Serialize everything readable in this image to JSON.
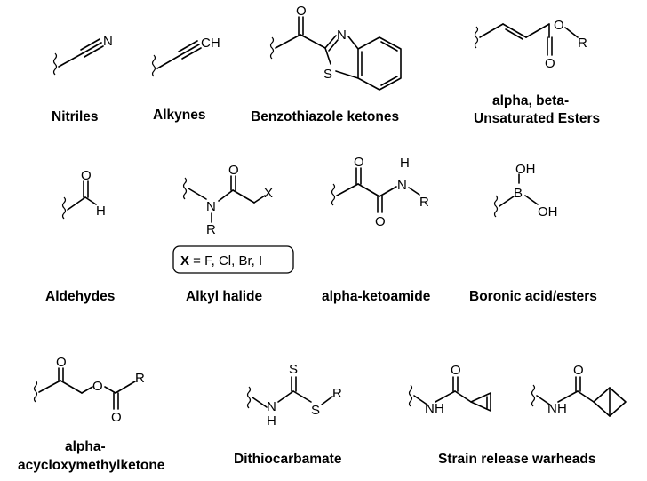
{
  "labels": {
    "nitriles": "Nitriles",
    "alkynes": "Alkynes",
    "benzothiazole": "Benzothiazole ketones",
    "unsat_line1": "alpha, beta-",
    "unsat_line2": "Unsaturated Esters",
    "aldehydes": "Aldehydes",
    "alkyl_halide": "Alkyl halide",
    "ketoamide": "alpha-ketoamide",
    "boronic": "Boronic acid/esters",
    "acyloxy_line1": "alpha-",
    "acyloxy_line2": "acycloxymethylketone",
    "dithiocarbamate": "Dithiocarbamate",
    "strain": "Strain release warheads"
  },
  "halide_box": {
    "x_symbol": "X",
    "rest": " = F, Cl, Br, I"
  },
  "atoms": {
    "N": "N",
    "CH": "CH",
    "O": "O",
    "S": "S",
    "H": "H",
    "R": "R",
    "X": "X",
    "B": "B",
    "OH": "OH"
  }
}
